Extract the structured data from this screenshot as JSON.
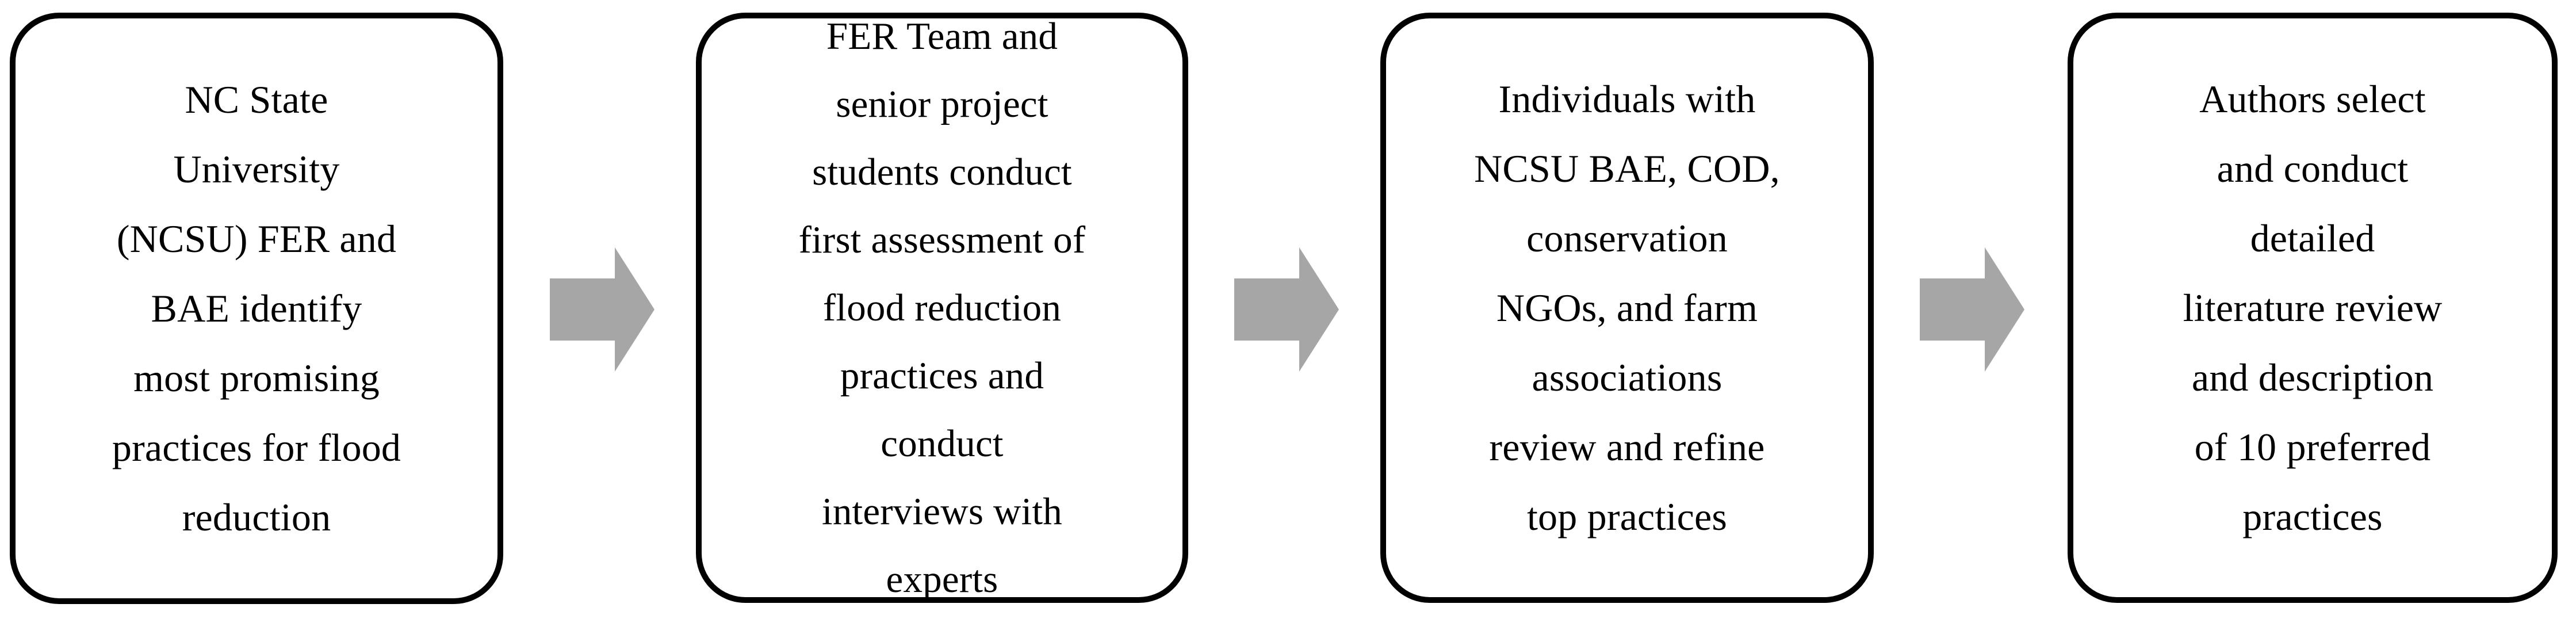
{
  "diagram": {
    "title": "Flood reduction practice selection process",
    "orientation": "left-to-right",
    "colors": {
      "box_border": "#000000",
      "box_fill": "#FFFFFF",
      "text": "#000000",
      "arrow_fill": "#A6A6A6",
      "background": "#FFFFFF"
    },
    "nodes": [
      {
        "id": "node-1",
        "order": 1,
        "text": "NC State\nUniversity\n(NCSU) FER and\nBAE identify\nmost promising\npractices for flood\nreduction",
        "lines": [
          "NC State",
          "University",
          "(NCSU) FER and",
          "BAE identify",
          "most promising",
          "practices for flood",
          "reduction"
        ]
      },
      {
        "id": "node-2",
        "order": 2,
        "text": "FER Team and\nsenior project\nstudents conduct\nfirst assessment of\nflood reduction\npractices and\nconduct\ninterviews with\nexperts",
        "lines": [
          "FER Team and",
          "senior project",
          "students conduct",
          "first assessment of",
          "flood reduction",
          "practices and",
          "conduct",
          "interviews with",
          "experts"
        ]
      },
      {
        "id": "node-3",
        "order": 3,
        "text": "Individuals with\nNCSU BAE, COD,\nconservation\nNGOs, and farm\nassociations\nreview and refine\ntop practices",
        "lines": [
          "Individuals with",
          "NCSU BAE, COD,",
          "conservation",
          "NGOs, and farm",
          "associations",
          "review and refine",
          "top practices"
        ]
      },
      {
        "id": "node-4",
        "order": 4,
        "text": "Authors select\nand conduct\ndetailed\nliterature review\nand description\nof 10 preferred\npractices",
        "lines": [
          "Authors select",
          "and conduct",
          "detailed",
          "literature review",
          "and description",
          "of 10 preferred",
          "practices"
        ]
      }
    ],
    "connectors": [
      {
        "id": "arrow-1",
        "from": "node-1",
        "to": "node-2",
        "icon": "right-arrow-icon"
      },
      {
        "id": "arrow-2",
        "from": "node-2",
        "to": "node-3",
        "icon": "right-arrow-icon"
      },
      {
        "id": "arrow-3",
        "from": "node-3",
        "to": "node-4",
        "icon": "right-arrow-icon"
      }
    ]
  }
}
